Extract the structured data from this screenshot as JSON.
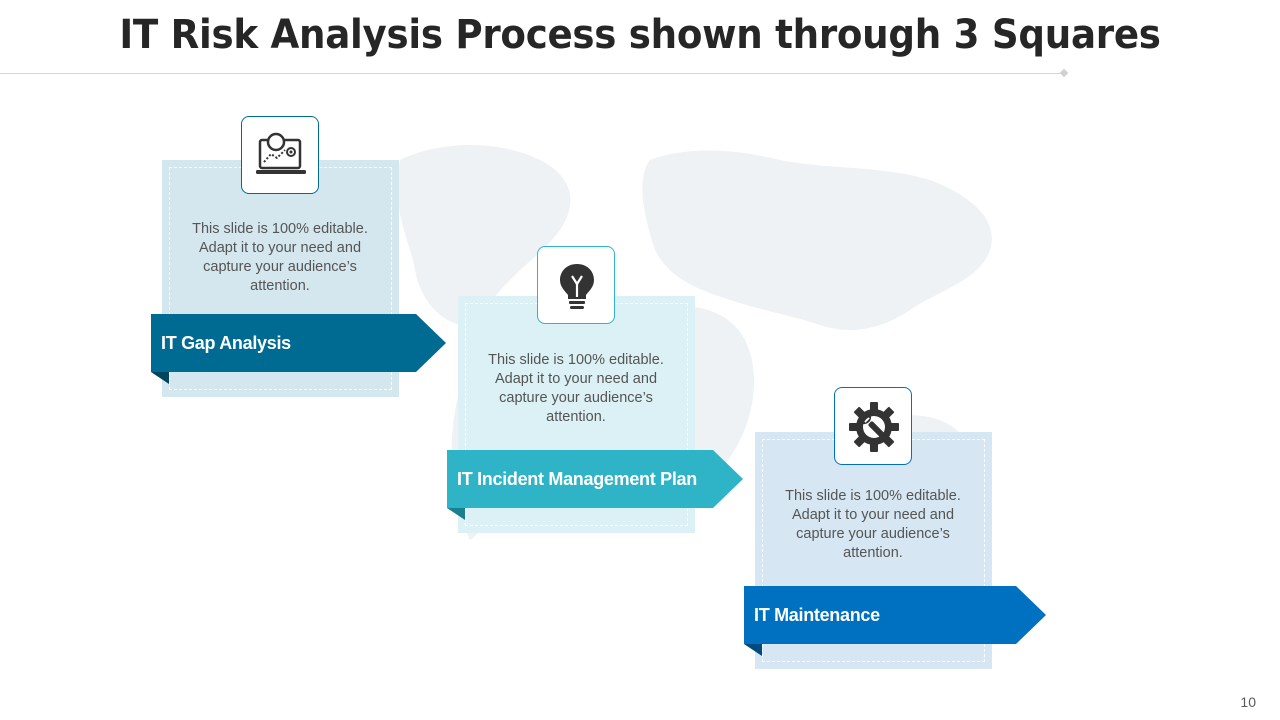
{
  "slide": {
    "title": "IT Risk Analysis Process shown through 3 Squares",
    "page_number": "10"
  },
  "steps": [
    {
      "label": "IT Gap Analysis",
      "body": "This slide is 100% editable. Adapt it to your need and capture your audience’s attention.",
      "icon": "laptop-magnifier-icon",
      "ribbon_color": "#006b92",
      "fold_color": "#00445e",
      "box_color": "#d4e6ee",
      "icon_border": "#006b92"
    },
    {
      "label": "IT Incident Management Plan",
      "body": "This slide is 100% editable. Adapt it to your need and capture your audience’s attention.",
      "icon": "lightbulb-icon",
      "ribbon_color": "#2fb3c6",
      "fold_color": "#1a7f8e",
      "box_color": "#dcf1f5",
      "icon_border": "#2fb3c6"
    },
    {
      "label": "IT Maintenance",
      "body": "This slide is 100% editable. Adapt it to your need and capture your audience’s attention.",
      "icon": "gear-wrench-icon",
      "ribbon_color": "#0070c0",
      "fold_color": "#004a80",
      "box_color": "#d6e7f3",
      "icon_border": "#0070c0"
    }
  ]
}
